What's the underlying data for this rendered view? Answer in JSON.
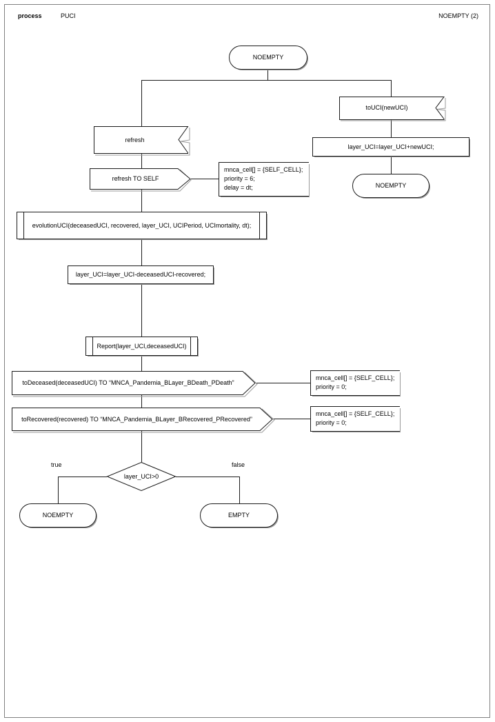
{
  "header": {
    "kind": "process",
    "process_name": "PUCI",
    "page_ref": "NOEMPTY (2)"
  },
  "diagram": {
    "type": "sdl-process-flowchart",
    "nodes": [
      {
        "id": "start_state",
        "shape": "state",
        "label": "NOEMPTY"
      },
      {
        "id": "input_touci",
        "shape": "input",
        "label": "toUCI(newUCI)"
      },
      {
        "id": "task_add",
        "shape": "task",
        "label": "layer_UCI=layer_UCI+newUCI;"
      },
      {
        "id": "state_noempty_right",
        "shape": "state",
        "label": "NOEMPTY"
      },
      {
        "id": "input_refresh",
        "shape": "input",
        "label": "refresh"
      },
      {
        "id": "output_refresh_self",
        "shape": "output",
        "label": "refresh TO SELF"
      },
      {
        "id": "proc_evolution",
        "shape": "procedure-call",
        "label": "evolutionUCI(deceasedUCI, recovered, layer_UCI, UCIPeriod, UCImortality, dt);"
      },
      {
        "id": "task_sub",
        "shape": "task",
        "label": "layer_UCI=layer_UCI-deceasedUCI-recovered;"
      },
      {
        "id": "proc_report",
        "shape": "procedure-call",
        "label": "Report(layer_UCI,deceasedUCI)"
      },
      {
        "id": "output_deceased",
        "shape": "output",
        "label": "toDeceased(deceasedUCI) TO “MNCA_Pandemia_BLayer_BDeath_PDeath”"
      },
      {
        "id": "output_recovered",
        "shape": "output",
        "label": "toRecovered(recovered) TO “MNCA_Pandemia_BLayer_BRecovered_PRecovered”"
      },
      {
        "id": "decision_layer",
        "shape": "decision",
        "label": "layer_UCI>0"
      },
      {
        "id": "state_noempty_true",
        "shape": "state",
        "label": "NOEMPTY"
      },
      {
        "id": "state_empty_false",
        "shape": "state",
        "label": "EMPTY"
      }
    ],
    "branch_labels": {
      "true": "true",
      "false": "false"
    },
    "comments": [
      {
        "id": "comment_refresh",
        "lines": [
          "mnca_cell[] = {SELF_CELL};",
          "priority = 6;",
          "delay = dt;"
        ]
      },
      {
        "id": "comment_deceased",
        "lines": [
          "mnca_cell[] = {SELF_CELL};",
          "priority = 0;"
        ]
      },
      {
        "id": "comment_recovered",
        "lines": [
          "mnca_cell[] = {SELF_CELL};",
          "priority = 0;"
        ]
      }
    ]
  },
  "colors": {
    "stroke": "#1a1a1a",
    "shadow": "#9a9a9a",
    "page_border": "#808080",
    "background": "#ffffff"
  }
}
